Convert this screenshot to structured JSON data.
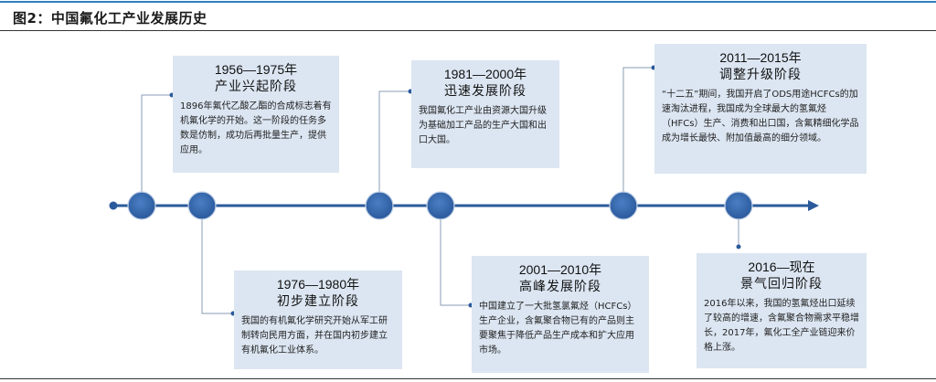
{
  "figure": {
    "title": "图2：中国氟化工产业发展历史"
  },
  "stages": [
    {
      "period": "1956—1975年",
      "stage": "产业兴起阶段",
      "desc": "1896年氟代乙酸乙酯的合成标志着有机氟化学的开始。这一阶段的任务多数是仿制，成功后再批量生产，提供应用。"
    },
    {
      "period": "1976—1980年",
      "stage": "初步建立阶段",
      "desc": "我国的有机氟化学研究开始从军工研制转向民用方面，并在国内初步建立有机氟化工业体系。"
    },
    {
      "period": "1981—2000年",
      "stage": "迅速发展阶段",
      "desc": "我国氟化工产业由资源大国升级为基础加工产品的生产大国和出口大国。"
    },
    {
      "period": "2001—2010年",
      "stage": "高峰发展阶段",
      "desc": "中国建立了一大批氢氯氟烃（HCFCs）生产企业，含氟聚合物已有的产品则主要聚焦于降低产品生产成本和扩大应用市场。"
    },
    {
      "period": "2011—2015年",
      "stage": "调整升级阶段",
      "desc": "“十二五”期间，我国开启了ODS用途HCFCs的加速淘汰进程，我国成为全球最大的氢氟烃（HFCs）生产、消费和出口国，含氟精细化学品成为增长最快、附加值最高的细分领域。"
    },
    {
      "period": "2016—现在",
      "stage": "景气回归阶段",
      "desc": "2016年以来，我国的氢氟烃出口延续了较高的增速，含氟聚合物需求平稳增长，2017年，氟化工全产业链迎来价格上涨。"
    }
  ]
}
